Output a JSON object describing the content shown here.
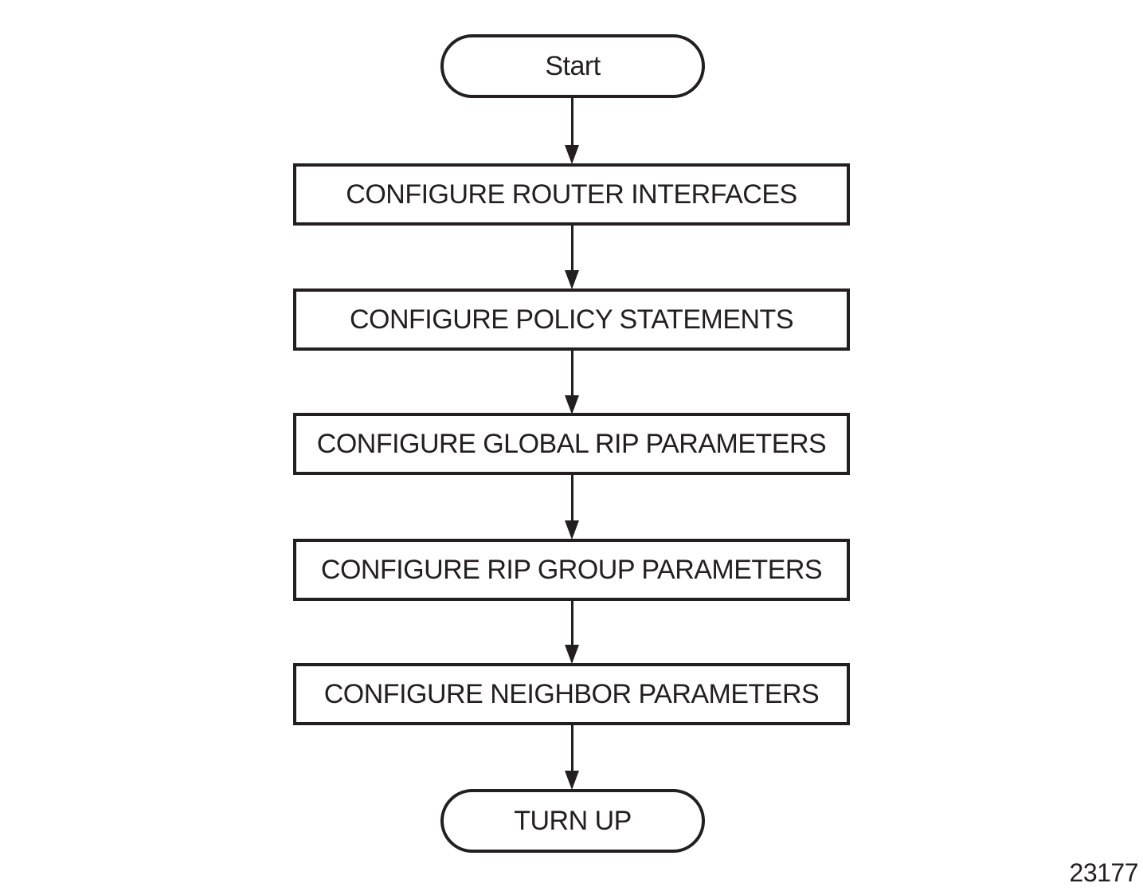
{
  "figure": {
    "number": "23177",
    "background_color": "#ffffff",
    "stroke_color": "#231f20",
    "text_color": "#231f20"
  },
  "flowchart": {
    "type": "vertical-flow",
    "nodes": [
      {
        "id": "start",
        "shape": "terminator",
        "label": "Start"
      },
      {
        "id": "configure-router-interfaces",
        "shape": "process",
        "label": "CONFIGURE ROUTER INTERFACES"
      },
      {
        "id": "configure-policy-statements",
        "shape": "process",
        "label": "CONFIGURE POLICY STATEMENTS"
      },
      {
        "id": "configure-global-rip-parameters",
        "shape": "process",
        "label": "CONFIGURE GLOBAL RIP PARAMETERS"
      },
      {
        "id": "configure-rip-group-parameters",
        "shape": "process",
        "label": "CONFIGURE RIP GROUP PARAMETERS"
      },
      {
        "id": "configure-neighbor-parameters",
        "shape": "process",
        "label": "CONFIGURE NEIGHBOR PARAMETERS"
      },
      {
        "id": "turn-up",
        "shape": "terminator",
        "label": "TURN UP"
      }
    ],
    "edges": [
      {
        "from": "start",
        "to": "configure-router-interfaces",
        "style": "arrow-down"
      },
      {
        "from": "configure-router-interfaces",
        "to": "configure-policy-statements",
        "style": "arrow-down"
      },
      {
        "from": "configure-policy-statements",
        "to": "configure-global-rip-parameters",
        "style": "arrow-down"
      },
      {
        "from": "configure-global-rip-parameters",
        "to": "configure-rip-group-parameters",
        "style": "arrow-down"
      },
      {
        "from": "configure-rip-group-parameters",
        "to": "configure-neighbor-parameters",
        "style": "arrow-down"
      },
      {
        "from": "configure-neighbor-parameters",
        "to": "turn-up",
        "style": "arrow-down"
      }
    ]
  }
}
